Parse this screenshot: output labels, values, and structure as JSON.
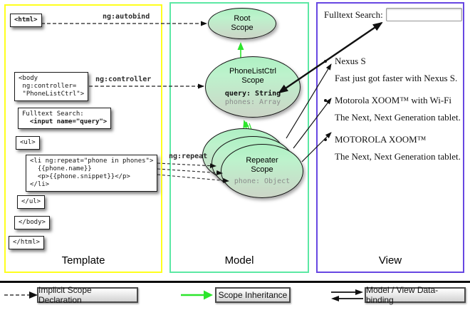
{
  "columns": {
    "template": {
      "title": "Template"
    },
    "model": {
      "title": "Model"
    },
    "view": {
      "title": "View"
    }
  },
  "template": {
    "html_open": "<html>",
    "body_open": "<body\n ng:controller=\n \"PhoneListCtrl\">",
    "fulltext_label": "Fulltext Search:",
    "fulltext_input": "  <input name=\"query\">",
    "ul_open": "<ul>",
    "li_repeat": "<li ng:repeat=\"phone in phones\">\n  {{phone.name}}\n  <p>{{phone.snippet}}</p>\n</li>",
    "ul_close": "</ul>",
    "body_close": "</body>",
    "html_close": "</html>"
  },
  "connectors": {
    "autobind": "ng:autobind",
    "controller": "ng:controller",
    "repeat": "ng:repeat"
  },
  "model": {
    "root_scope": "Root\nScope",
    "phonelist_title": "PhoneListCtrl\nScope",
    "phonelist_query": "query: String",
    "phonelist_phones": "phones: Array",
    "repeater_title": "Repeater\nScope",
    "repeater_phone": "phone: Object"
  },
  "view": {
    "search_label": "Fulltext Search:",
    "search_value": "",
    "items": [
      {
        "title": "Nexus S",
        "desc": "Fast just got faster with Nexus S."
      },
      {
        "title": "Motorola XOOM™ with Wi-Fi",
        "desc": "The Next, Next Generation tablet."
      },
      {
        "title": "MOTOROLA XOOM™",
        "desc": "The Next, Next Generation tablet."
      }
    ]
  },
  "legend": {
    "implicit": "Implicit Scope Declaration",
    "inheritance": "Scope Inheritance",
    "databinding": "Model / View Data-binding"
  },
  "colors": {
    "template_border": "#ffff1e",
    "model_border": "#5ce8a4",
    "view_border": "#6747e2",
    "code_highlight": "#ecec63",
    "scope_fill_top": "#aef0c3",
    "scope_fill_bottom": "#ccd5c7",
    "inheritance_green": "#2ce52c",
    "arrow_black": "#1a1a1a"
  }
}
